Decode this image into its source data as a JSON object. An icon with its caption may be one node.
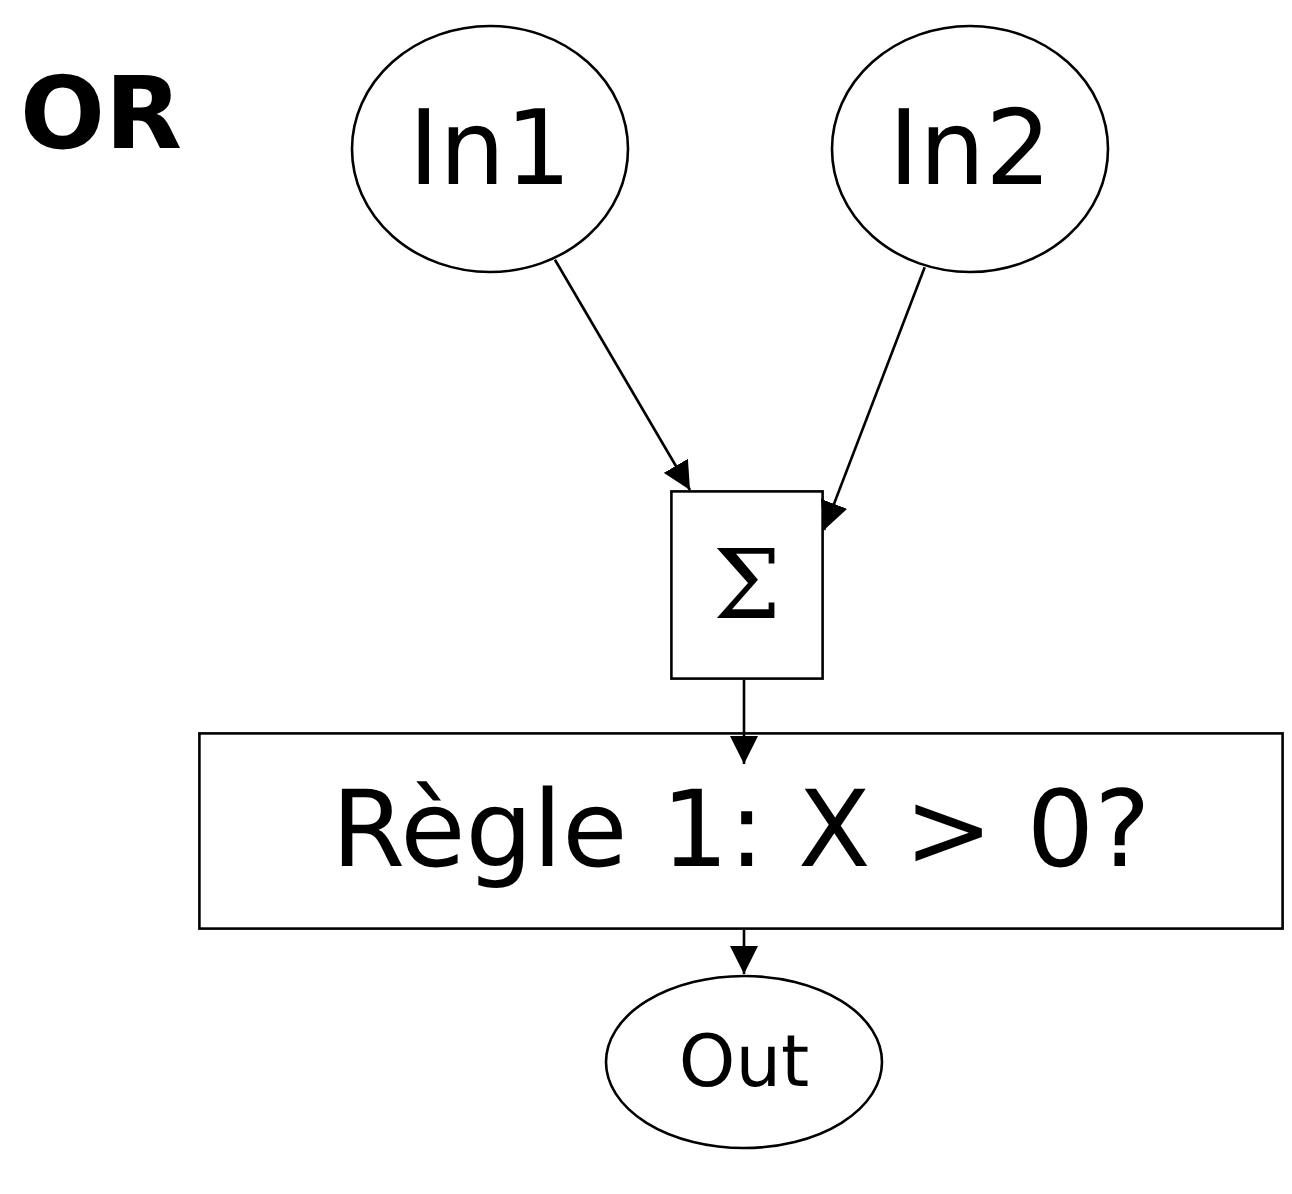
{
  "diagram": {
    "title": "OR",
    "nodes": [
      {
        "text": [
          "In1"
        ]
      },
      {
        "text": [
          "In2"
        ]
      },
      {
        "text": [
          "Σ"
        ]
      },
      {
        "text": [
          "Règle 1: X > 0?"
        ]
      },
      {
        "text": [
          "Out"
        ]
      }
    ],
    "edges": [
      {
        "from": 0,
        "to": 2,
        "arrow": "to"
      },
      {
        "from": 1,
        "to": 2,
        "arrow": "to"
      },
      {
        "from": 2,
        "to": 3,
        "arrow": "to"
      },
      {
        "from": 3,
        "to": 4,
        "arrow": "to"
      }
    ]
  }
}
